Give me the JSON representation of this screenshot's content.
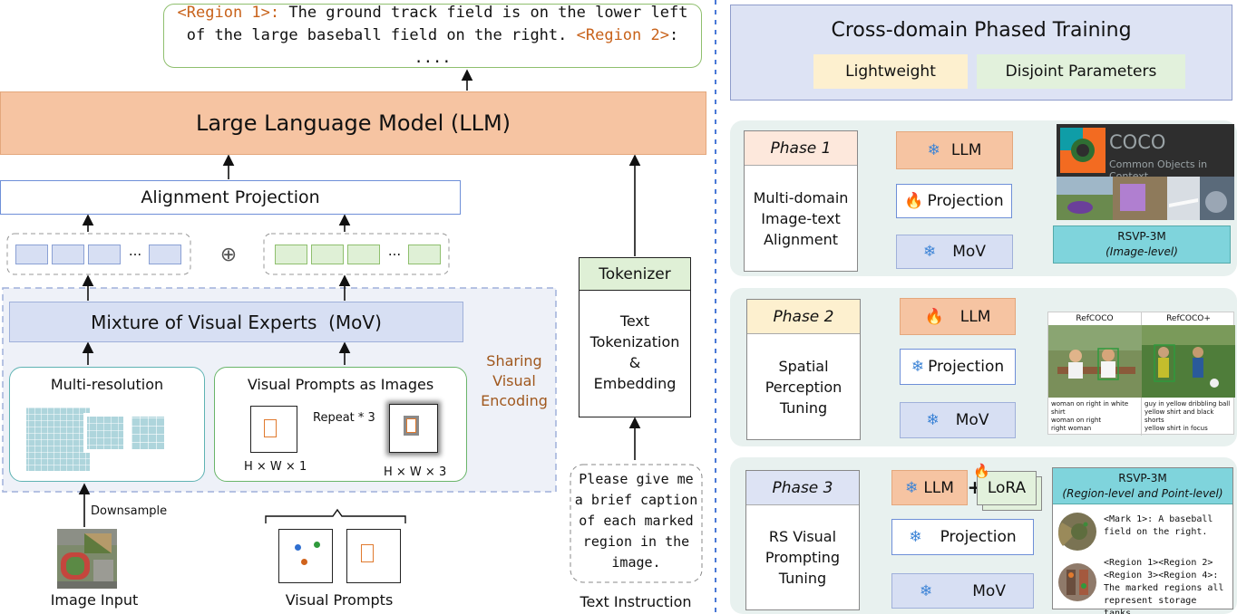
{
  "output": {
    "region1_tag": "<Region 1>:",
    "line1_rest": " The ground track field is on the lower left",
    "line2_start": "of the large baseball field on the right. ",
    "region2_tag": "<Region 2>",
    "line2_end": ": ...."
  },
  "llm_label": "Large Language Model (LLM)",
  "alignment_label": "Alignment Projection",
  "ellipsis": "...",
  "oplus": "⊕",
  "mov_label": "Mixture of Visual Experts  (MoV)",
  "sharing": [
    "Sharing",
    "Visual",
    "Encoding"
  ],
  "multires_label": "Multi-resolution",
  "vp_images_label": "Visual Prompts as Images",
  "repeat_label": "Repeat * 3",
  "hw1_label": "H × W × 1",
  "hw3_label": "H × W × 3",
  "downsample_label": "Downsample",
  "image_input_label": "Image Input",
  "visual_prompts_label": "Visual Prompts",
  "tokenizer_label": "Tokenizer",
  "tokenizer_body": [
    "Text",
    "Tokenization",
    "&",
    "Embedding"
  ],
  "instruction_lines": [
    "Please give me",
    "a brief caption",
    "of each marked",
    "region in the",
    "image."
  ],
  "text_instruction_label": "Text Instruction",
  "cross_title": "Cross-domain Phased Training",
  "lightweight": "Lightweight",
  "disjoint": "Disjoint Parameters",
  "phases": [
    {
      "title": "Phase 1",
      "body": [
        "Multi-domain",
        "Image-text",
        "Alignment"
      ]
    },
    {
      "title": "Phase 2",
      "body": [
        "Spatial",
        "Perception",
        "Tuning"
      ]
    },
    {
      "title": "Phase 3",
      "body": [
        "RS Visual",
        "Prompting",
        "Tuning"
      ]
    }
  ],
  "module_llm": "LLM",
  "module_projection": "Projection",
  "module_mov": "MoV",
  "module_lora": "LoRA",
  "module_plus": "+",
  "coco": {
    "name": "COCO",
    "subtitle": "Common Objects in Context"
  },
  "rsvp1": {
    "title": "RSVP-3M",
    "subtitle": "(Image-level)"
  },
  "refcoco": {
    "left_title": "RefCOCO",
    "right_title": "RefCOCO+",
    "left_caption": [
      "woman on right in white shirt",
      "woman on right",
      "right woman"
    ],
    "right_caption": [
      "guy in yellow dribbling ball",
      "yellow shirt and black shorts",
      "yellow shirt in focus"
    ]
  },
  "rsvp3": {
    "title": "RSVP-3M",
    "subtitle": "(Region-level and Point-level)",
    "mark_text": [
      "<Mark 1>: A baseball",
      "field on the right."
    ],
    "region_text": [
      "<Region 1><Region 2>",
      "<Region 3><Region 4>:",
      "The marked regions all",
      "represent storage tanks."
    ]
  },
  "icons": {
    "frozen": "❄",
    "trainable": "🔥"
  },
  "colors": {
    "region_orange": "#c8621a",
    "llm_fill": "#f6c4a2",
    "mov_fill": "#d7dff3",
    "tokenizer_fill": "#dff0d6",
    "lightweight_fill": "#fdf0cf",
    "disjoint_fill": "#e2f1dc",
    "panel_fill": "#e8f1ef",
    "divider_blue": "#4a78d6"
  }
}
